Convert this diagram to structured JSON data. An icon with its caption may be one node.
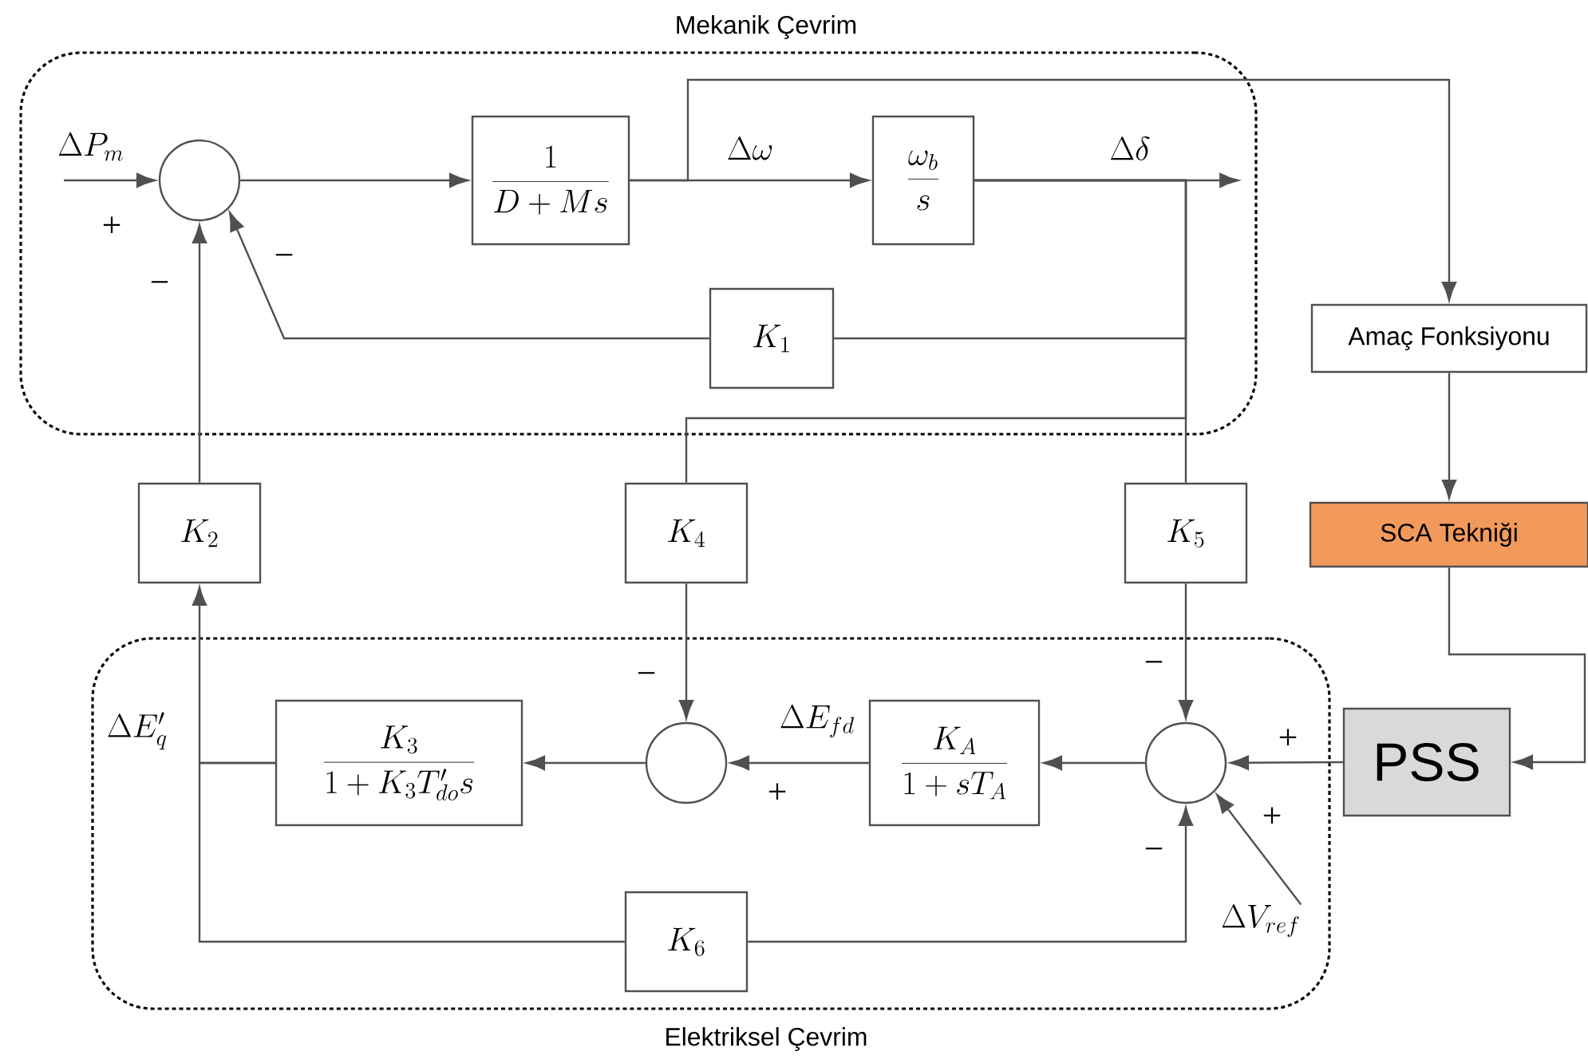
{
  "diagram": {
    "nodes": [
      {
        "text": [
          "Mekanik Çevrim"
        ]
      },
      {
        "text": [
          "Elektriksel Çevrim"
        ]
      },
      {
        "text": [],
        "shape": "circle",
        "in": 0
      },
      {
        "text": [
          "\\frac{1}{D+Ms}"
        ],
        "in": 0
      },
      {
        "text": [
          "\\frac{\\omega_b}{s}"
        ],
        "in": 0
      },
      {
        "text": [
          "K_1"
        ],
        "in": 0
      },
      {
        "text": [
          "K_2"
        ]
      },
      {
        "text": [
          "K_4"
        ]
      },
      {
        "text": [
          "K_5"
        ]
      },
      {
        "text": [
          "Amaç Fonksiyonu"
        ]
      },
      {
        "text": [
          "SCA Tekniği"
        ]
      },
      {
        "text": [],
        "shape": "circle",
        "in": 1
      },
      {
        "text": [
          "\\frac{K_3}{1+K_3T'_{do}s}"
        ],
        "in": 1
      },
      {
        "text": [
          "\\frac{K_A}{1+sT_A}"
        ],
        "in": 1
      },
      {
        "text": [],
        "shape": "circle",
        "in": 1
      },
      {
        "text": [
          "K_6"
        ],
        "in": 1
      },
      {
        "text": [
          "PSS"
        ]
      },
      {
        "text": [
          "\\Delta V_{ref}"
        ],
        "in": 1
      }
    ],
    "edges": [
      {
        "from": null,
        "to": 2,
        "arrow": "to",
        "label": "\\Delta P_m"
      },
      {
        "from": 2,
        "to": 3,
        "arrow": "to"
      },
      {
        "from": 3,
        "to": 4,
        "arrow": "to",
        "label": "\\Delta\\omega"
      },
      {
        "from": 4,
        "to": null,
        "arrow": "to",
        "label": "\\Delta\\delta"
      },
      {
        "from": 3,
        "to": 9,
        "arrow": "to"
      },
      {
        "from": 4,
        "to": 5,
        "arrow": "none"
      },
      {
        "from": 5,
        "to": 2,
        "arrow": "to"
      },
      {
        "from": 6,
        "to": 2,
        "arrow": "to"
      },
      {
        "from": 4,
        "to": 7,
        "arrow": "none"
      },
      {
        "from": 4,
        "to": 8,
        "arrow": "none"
      },
      {
        "from": 7,
        "to": 11,
        "arrow": "to"
      },
      {
        "from": 8,
        "to": 14,
        "arrow": "to"
      },
      {
        "from": 14,
        "to": 13,
        "arrow": "to"
      },
      {
        "from": 13,
        "to": 11,
        "arrow": "to",
        "label": "\\Delta E_{fd}"
      },
      {
        "from": 11,
        "to": 12,
        "arrow": "to"
      },
      {
        "from": 12,
        "to": 6,
        "arrow": "to",
        "label": "\\Delta E'_q"
      },
      {
        "from": 12,
        "to": 15,
        "arrow": "none"
      },
      {
        "from": 15,
        "to": 14,
        "arrow": "to"
      },
      {
        "from": 17,
        "to": 14,
        "arrow": "to"
      },
      {
        "from": 16,
        "to": 14,
        "arrow": "to"
      },
      {
        "from": 9,
        "to": 10,
        "arrow": "to"
      },
      {
        "from": 10,
        "to": 16,
        "arrow": "to"
      }
    ],
    "labels": [
      "+",
      "−",
      "−",
      "−",
      "−",
      "+",
      "+",
      "+",
      "−"
    ]
  }
}
